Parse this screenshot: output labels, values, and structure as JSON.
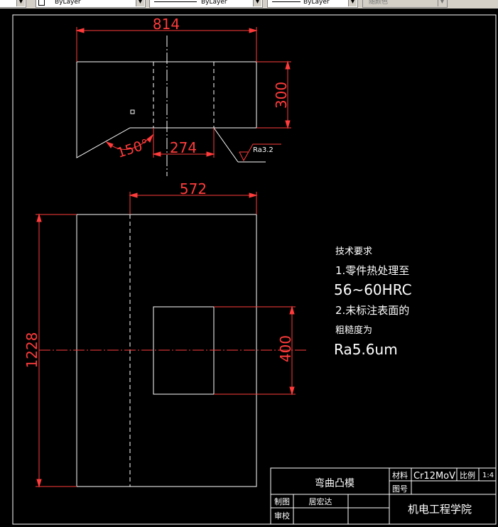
{
  "toolbar": {
    "color_control": "ByLayer",
    "linetype_control": "ByLayer",
    "lineweight_control": "ByLayer",
    "plotstyle_control": "随颜色"
  },
  "drawing": {
    "dims": {
      "top_width": "814",
      "top_height": "300",
      "angle": "150°",
      "slot_width": "274",
      "roughness": "Ra3.2",
      "bottom_offset": "572",
      "total_height": "1228",
      "hole_height": "400"
    },
    "notes": {
      "title": "技术要求",
      "line1": "1.零件热处理至",
      "line2": "56~60HRC",
      "line3": "2.未标注表面的",
      "line4": "粗糙度为",
      "line5": "Ra5.6um"
    },
    "title_block": {
      "part_name": "弯曲凸模",
      "material_label": "材料",
      "material_value": "Cr12MoV",
      "scale_label": "比例",
      "scale_value": "1:4",
      "drawing_no_label": "图号",
      "drawn_label": "制图",
      "drawn_name": "居宏达",
      "checked_label": "审校",
      "institute": "机电工程学院"
    }
  }
}
